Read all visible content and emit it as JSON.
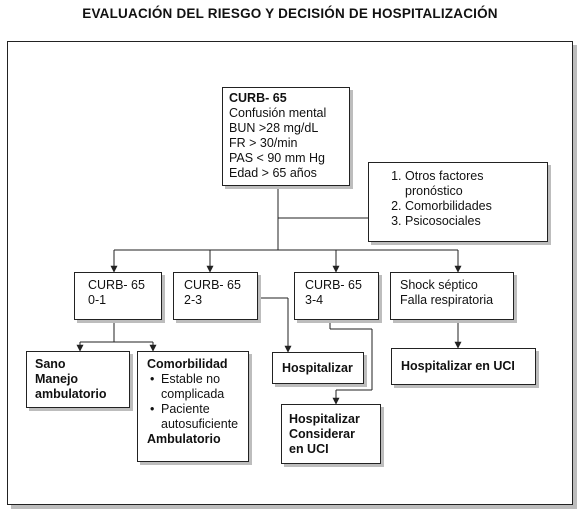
{
  "title": "EVALUACIÓN DEL RIESGO Y DECISIÓN DE HOSPITALIZACIÓN",
  "main": {
    "heading": "CURB- 65",
    "criteria": [
      "Confusión mental",
      "BUN >28 mg/dL",
      "FR > 30/min",
      "PAS < 90 mm Hg",
      "Edad > 65 años"
    ]
  },
  "factors": [
    "Otros factores pronóstico",
    "Comorbilidades",
    "Psicosociales"
  ],
  "groups": [
    {
      "label": "CURB- 65",
      "range": "0-1"
    },
    {
      "label": "CURB- 65",
      "range": "2-3"
    },
    {
      "label": "CURB- 65",
      "range": "3-4"
    },
    {
      "label": "Shock séptico",
      "range": "Falla respiratoria"
    }
  ],
  "outcomes": {
    "sano": [
      "Sano",
      "Manejo",
      "ambulatorio"
    ],
    "comorbilidad": {
      "heading": "Comorbilidad",
      "items": [
        "Estable no complicada",
        "Paciente autosuficiente"
      ],
      "footer": "Ambulatorio"
    },
    "hospitalizar": "Hospitalizar",
    "hospitalizar_uci_cond": [
      "Hospitalizar",
      "Considerar",
      "en UCI"
    ],
    "hospitalizar_uci": "Hospitalizar en UCI"
  }
}
